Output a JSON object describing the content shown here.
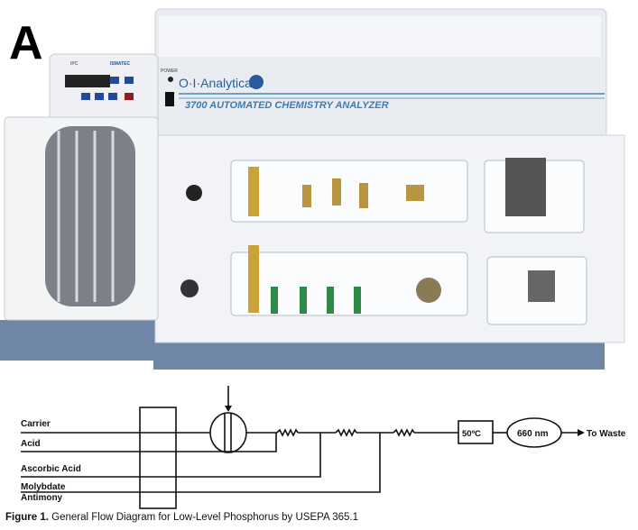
{
  "panel_label": "A",
  "photo": {
    "brand": "O·I·Analytical",
    "model": "3700 AUTOMATED CHEMISTRY ANALYZER",
    "power_label": "POWER",
    "pump_brand": "ISMATEC",
    "pump_label": "IPC"
  },
  "diagram": {
    "inputs": [
      "Carrier",
      "Acid",
      "Ascorbic Acid",
      "Molybdate",
      "Antimony"
    ],
    "heater": "50ºC",
    "detector": "660 nm",
    "outlet": "To Waste"
  },
  "caption": {
    "prefix": "Figure 1.",
    "text": " General Flow Diagram for Low-Level Phosphorus by USEPA 365.1"
  }
}
